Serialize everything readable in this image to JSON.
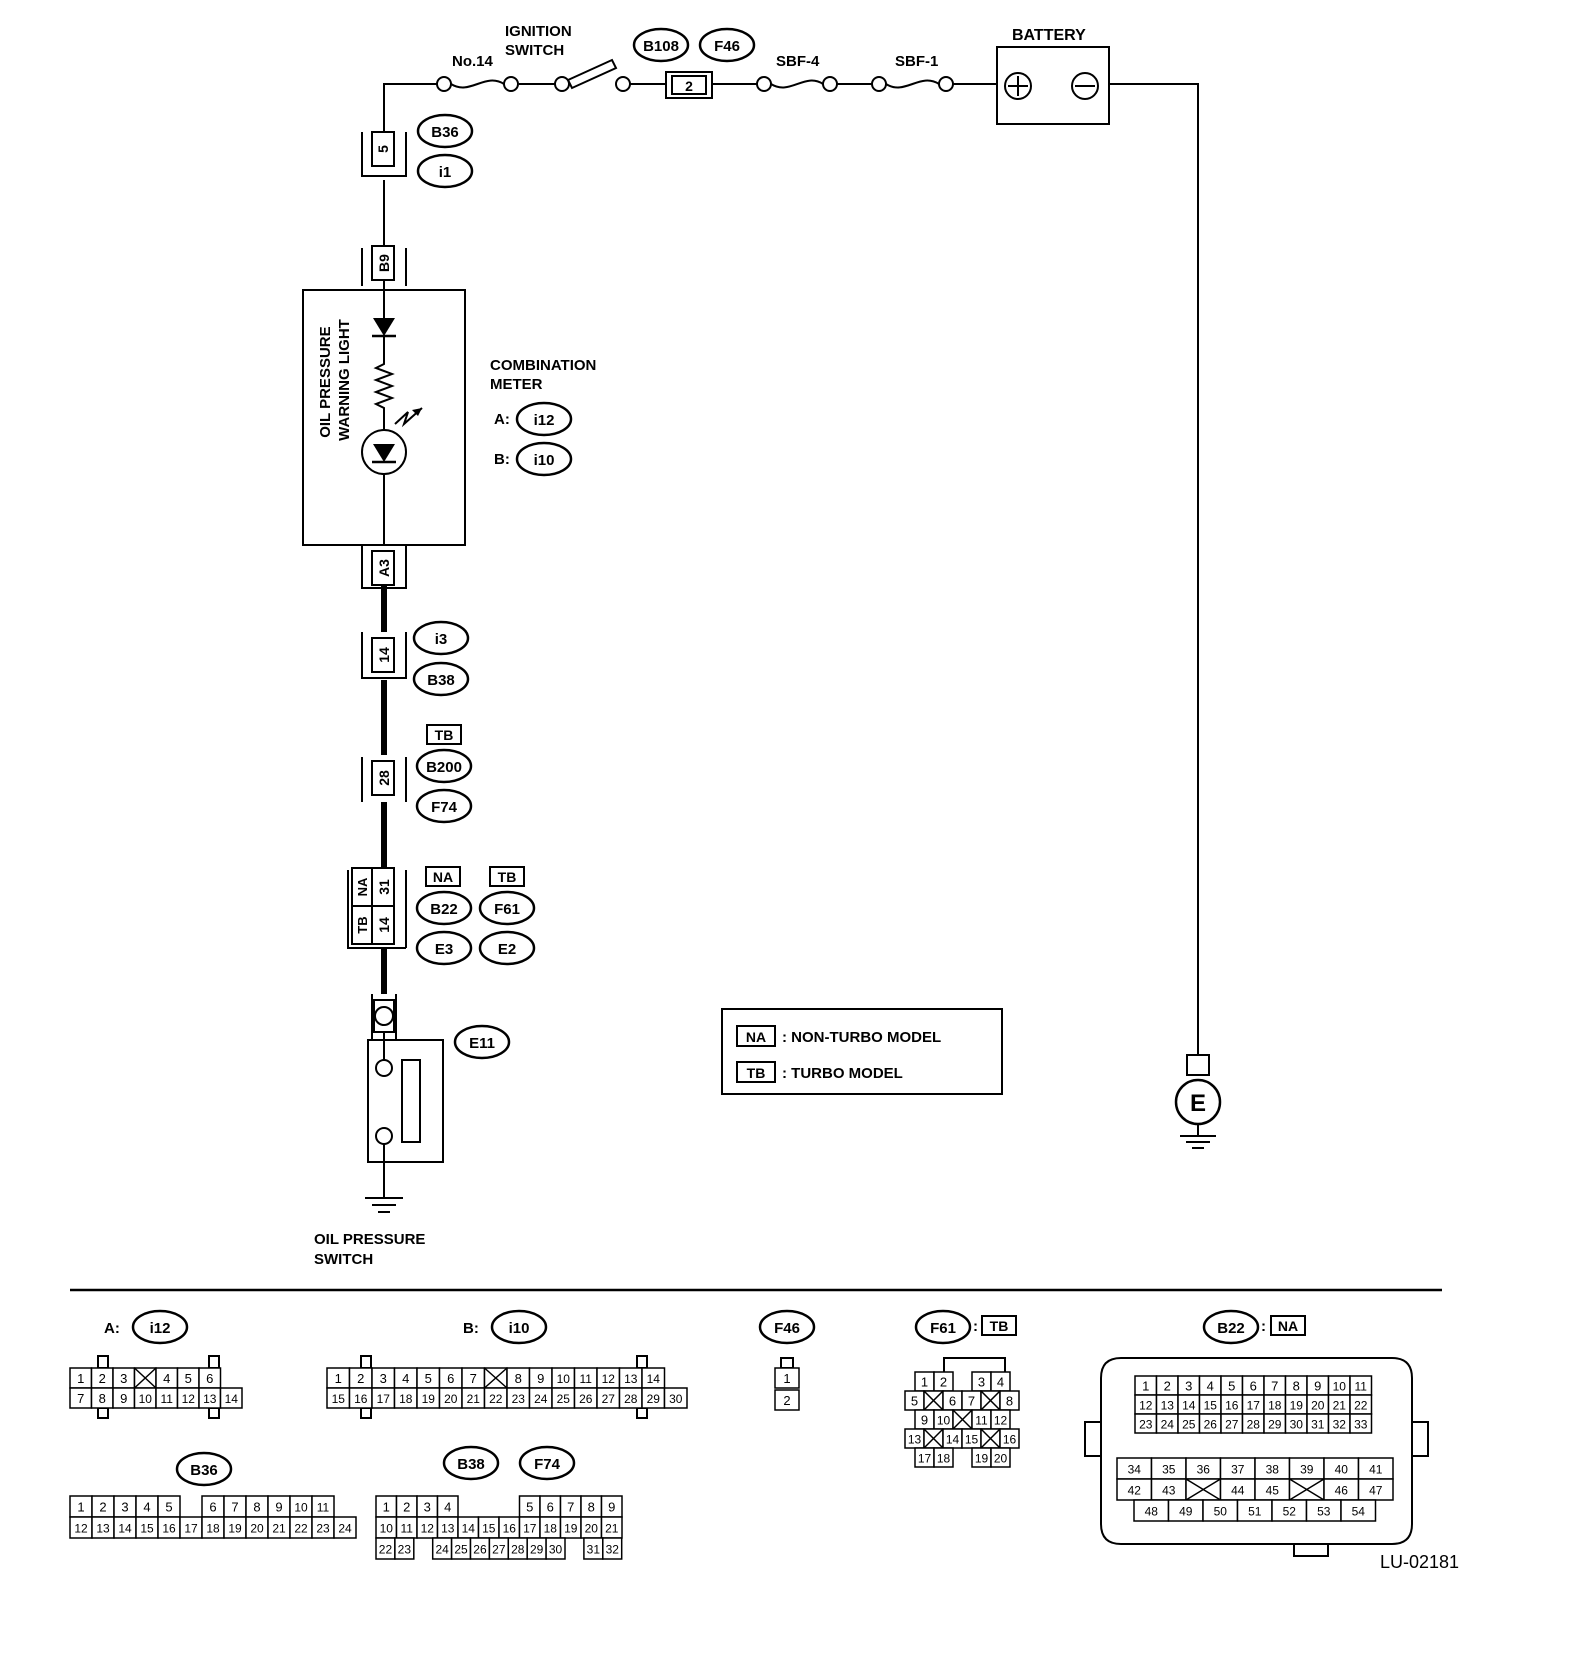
{
  "labels": {
    "ignition_switch": [
      "IGNITION",
      "SWITCH"
    ],
    "battery": "BATTERY",
    "no14": "No.14",
    "sbf4": "SBF-4",
    "sbf1": "SBF-1",
    "combination_meter": [
      "COMBINATION",
      "METER"
    ],
    "meter_a": "A:",
    "meter_b": "B:",
    "warning_light": [
      "OIL PRESSURE",
      "WARNING LIGHT"
    ],
    "oil_pressure_switch": [
      "OIL PRESSURE",
      "SWITCH"
    ],
    "figure_id": "LU-02181",
    "ground_symbol": "E"
  },
  "connectors_on_wire": {
    "top_pin": "2",
    "top_tags": [
      "B108",
      "F46"
    ],
    "c5_pin": "5",
    "c5_tags": [
      "B36",
      "i1"
    ],
    "b9_pin": "B9",
    "meter_tags": [
      "i12",
      "i10"
    ],
    "a3_pin": "A3",
    "c14_pin": "14",
    "c14_tags": [
      "i3",
      "B38"
    ],
    "c28_tb": "TB",
    "c28_pin": "28",
    "c28_tags": [
      "B200",
      "F74"
    ],
    "split_na": "NA",
    "split_tb": "TB",
    "split_na_pin": "31",
    "split_tb_pin": "14",
    "split_tags_na": [
      "B22",
      "E3"
    ],
    "split_tags_tb": [
      "F61",
      "E2"
    ],
    "switch_tag": "E11"
  },
  "legend": [
    {
      "code": "NA",
      "text": ": NON-TURBO MODEL"
    },
    {
      "code": "TB",
      "text": ": TURBO MODEL"
    }
  ],
  "connector_faces": {
    "i12": {
      "prefix": "A:",
      "tag": "i12",
      "row1": [
        "1",
        "2",
        "3",
        "X",
        "4",
        "5",
        "6"
      ],
      "row2": [
        "7",
        "8",
        "9",
        "10",
        "11",
        "12",
        "13",
        "14"
      ]
    },
    "i10": {
      "prefix": "B:",
      "tag": "i10",
      "row1": [
        "1",
        "2",
        "3",
        "4",
        "5",
        "6",
        "7",
        "X",
        "8",
        "9",
        "10",
        "11",
        "12",
        "13",
        "14"
      ],
      "row2": [
        "15",
        "16",
        "17",
        "18",
        "19",
        "20",
        "21",
        "22",
        "23",
        "24",
        "25",
        "26",
        "27",
        "28",
        "29",
        "30"
      ]
    },
    "f46": {
      "tag": "F46",
      "pins": [
        "1",
        "2"
      ]
    },
    "f61": {
      "tag": "F61",
      "suffix": "TB",
      "rows": [
        [
          "1",
          "2",
          "",
          "3",
          "4"
        ],
        [
          "5",
          "X",
          "6",
          "7",
          "X",
          "8"
        ],
        [
          "9",
          "10",
          "X",
          "11",
          "12"
        ],
        [
          "13",
          "X",
          "14",
          "15",
          "X",
          "16"
        ],
        [
          "17",
          "18",
          "",
          "19",
          "20"
        ]
      ]
    },
    "b22": {
      "tag": "B22",
      "suffix": "NA",
      "row1": [
        "1",
        "2",
        "3",
        "4",
        "5",
        "6",
        "7",
        "8",
        "9",
        "10",
        "11"
      ],
      "row2": [
        "12",
        "13",
        "14",
        "15",
        "16",
        "17",
        "18",
        "19",
        "20",
        "21",
        "22"
      ],
      "row3": [
        "23",
        "24",
        "25",
        "26",
        "27",
        "28",
        "29",
        "30",
        "31",
        "32",
        "33"
      ],
      "row4": [
        "34",
        "35",
        "36",
        "37",
        "38",
        "39",
        "40",
        "41"
      ],
      "row5": [
        "42",
        "43",
        "X",
        "44",
        "45",
        "X",
        "46",
        "47"
      ],
      "row6": [
        "48",
        "49",
        "50",
        "51",
        "52",
        "53",
        "54"
      ]
    },
    "b36": {
      "tag": "B36",
      "row1": [
        "1",
        "2",
        "3",
        "4",
        "5",
        "",
        "6",
        "7",
        "8",
        "9",
        "10",
        "11"
      ],
      "row2": [
        "12",
        "13",
        "14",
        "15",
        "16",
        "17",
        "18",
        "19",
        "20",
        "21",
        "22",
        "23",
        "24"
      ]
    },
    "b38": {
      "tags": [
        "B38",
        "F74"
      ],
      "row1": [
        "1",
        "2",
        "3",
        "4",
        "",
        "",
        "",
        "5",
        "6",
        "7",
        "8",
        "9"
      ],
      "row2": [
        "10",
        "11",
        "12",
        "13",
        "14",
        "15",
        "16",
        "17",
        "18",
        "19",
        "20",
        "21"
      ],
      "row3": [
        "22",
        "23",
        "",
        "24",
        "25",
        "26",
        "27",
        "28",
        "29",
        "30",
        "",
        "31",
        "32"
      ]
    }
  }
}
